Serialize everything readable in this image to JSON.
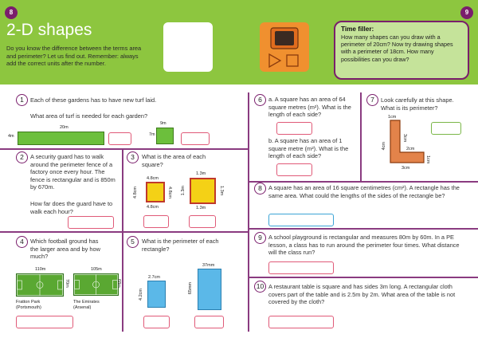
{
  "page": {
    "left_number": "8",
    "right_number": "9"
  },
  "header": {
    "title": "2-D shapes",
    "intro": "Do you know the difference between the terms area and perimeter? Let us find out. Remember: always add the correct units after the number."
  },
  "time_filler": {
    "title": "Time filler:",
    "body": "How many shapes can you draw with a perimeter of 20cm? Now try drawing shapes with a perimeter of 18cm. How many possibilities can you draw?"
  },
  "questions": {
    "q1": {
      "num": "1",
      "text": "Each of these gardens has to have new turf laid.",
      "sub": "What area of turf is needed for each garden?",
      "labels": {
        "long_width": "20m",
        "long_height": "4m",
        "short_width": "9m",
        "short_height": "7m"
      }
    },
    "q2": {
      "num": "2",
      "text": "A security guard has to walk around the perimeter fence of a factory once every hour. The fence is rectangular and is 850m by 670m.",
      "sub": "How far does the guard have to walk each hour?"
    },
    "q3": {
      "num": "3",
      "text": "What is the area of each square?",
      "labels": {
        "sq1_side": "4.8cm",
        "sq1_left": "4.8cm",
        "sq1_right": "4.8cm",
        "sq1_bottom": "4.8cm",
        "sq2_top": "1.3m",
        "sq2_left": "1.3m",
        "sq2_right": "1.3m",
        "sq2_bottom": "1.3m"
      }
    },
    "q4": {
      "num": "4",
      "text": "Which football ground has the larger area and by how much?",
      "labels": {
        "p1_w": "110m",
        "p1_h": "70m",
        "p2_w": "105m",
        "p2_h": "68m",
        "p1_name": "Fratton Park",
        "p1_place": "(Portsmouth)",
        "p2_name": "The Emirates",
        "p2_place": "(Arsenal)"
      }
    },
    "q5": {
      "num": "5",
      "text": "What is the perimeter of each rectangle?",
      "labels": {
        "r1_w": "2.7cm",
        "r1_h": "4.2cm",
        "r2_w": "37mm",
        "r2_h": "65mm"
      }
    },
    "q6": {
      "num": "6",
      "text": "a. A square has an area of 64 square metres (m²). What is the length of each side?",
      "sub": "b. A square has an area of 1 square metre (m²). What is the length of each side?"
    },
    "q7": {
      "num": "7",
      "text": "Look carefully at this shape. What is its perimeter?",
      "labels": {
        "top": "1cm",
        "right_long": "3cm",
        "left": "4cm",
        "mid": "2cm",
        "right_short": "1cm",
        "bottom": "3cm"
      }
    },
    "q8": {
      "num": "8",
      "text": "A square has an area of 16 square centimetres (cm²). A rectangle has the same area. What could the lengths of the sides of the rectangle be?"
    },
    "q9": {
      "num": "9",
      "text": "A school playground is rectangular and measures 80m by 60m. In a PE lesson, a class has to run around the perimeter four times. What distance will the class run?"
    },
    "q10": {
      "num": "10",
      "text": "A restaurant table is square and has sides 3m long. A rectangular cloth covers part of the table and is 2.5m by 2m. What area of the table is not covered by the cloth?"
    }
  },
  "colors": {
    "header_green": "#8dc63f",
    "accent_purple": "#7a1e6c",
    "answer_pink": "#e05a78",
    "answer_blue": "#3ba4d6"
  }
}
